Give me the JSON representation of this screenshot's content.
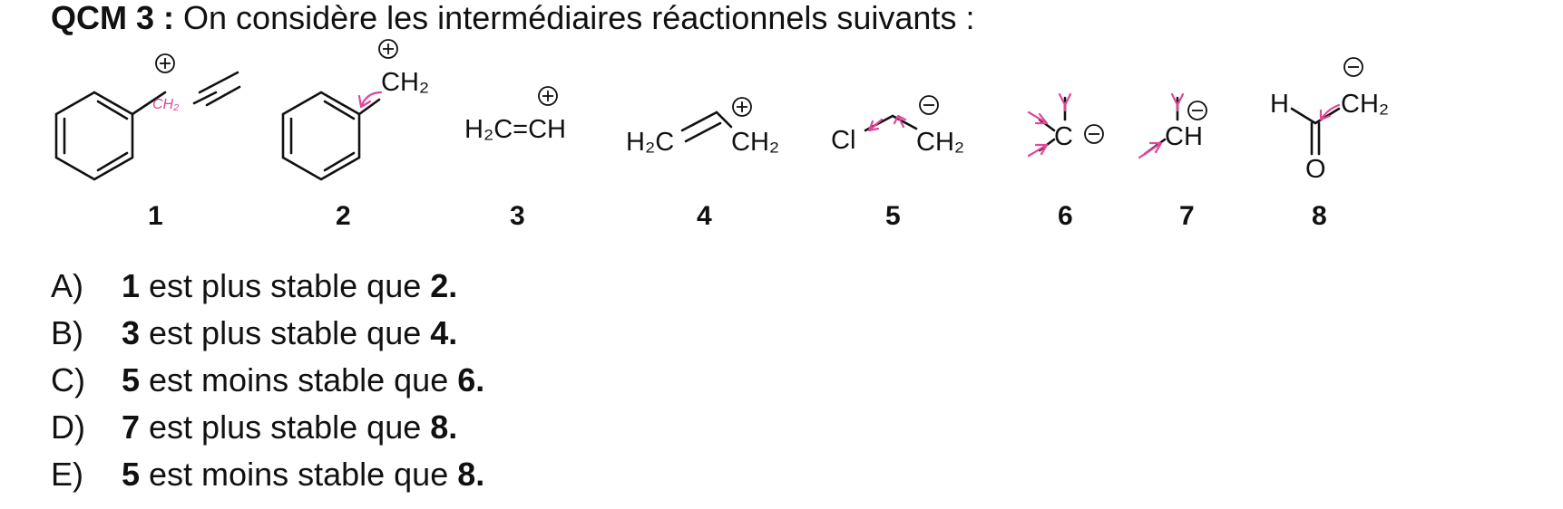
{
  "header": {
    "qcm_label": "QCM 3 :",
    "prompt": "On considère les intermédiaires réactionnels suivants :"
  },
  "structures": [
    {
      "number": "1",
      "annotation": "CH₂"
    },
    {
      "number": "2",
      "label": "CH₂"
    },
    {
      "number": "3",
      "label": "H₂C=CH"
    },
    {
      "number": "4",
      "label_left": "H₂C",
      "label_right": "CH₂"
    },
    {
      "number": "5",
      "label_left": "Cl",
      "label_right": "CH₂"
    },
    {
      "number": "6",
      "label": "C"
    },
    {
      "number": "7",
      "label": "CH"
    },
    {
      "number": "8",
      "label_h": "H",
      "label_right": "CH₂",
      "label_o": "O"
    }
  ],
  "options": [
    {
      "letter": "A)",
      "a": "1",
      "mid": " est plus stable que ",
      "b": "2."
    },
    {
      "letter": "B)",
      "a": "3",
      "mid": " est plus stable que ",
      "b": "4."
    },
    {
      "letter": "C)",
      "a": "5",
      "mid": " est moins stable que ",
      "b": "6."
    },
    {
      "letter": "D)",
      "a": "7",
      "mid": " est plus stable que ",
      "b": "8."
    },
    {
      "letter": "E)",
      "a": "5",
      "mid": " est moins stable que ",
      "b": "8."
    }
  ],
  "colors": {
    "annotation": "#e0469a",
    "text": "#111111"
  }
}
